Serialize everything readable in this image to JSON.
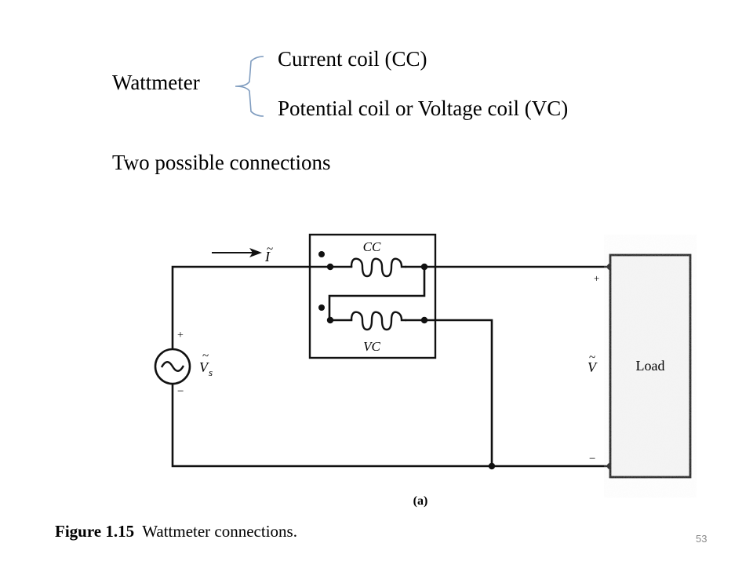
{
  "slide": {
    "heading": "Wattmeter",
    "coils": [
      "Current coil (CC)",
      "Potential coil or Voltage coil (VC)"
    ],
    "subheading": "Two possible connections",
    "page_number": "53",
    "brace_color": "#7f9cbf"
  },
  "figure": {
    "coil_labels": {
      "cc": "CC",
      "vc": "VC"
    },
    "current_label": "I",
    "source_label": "V",
    "source_subscript": "s",
    "voltage_label": "V",
    "load_label": "Load",
    "plus": "+",
    "minus": "−",
    "tilde": "~",
    "subfigure": "(a)",
    "caption_number": "Figure 1.15",
    "caption_text": "Wattmeter connections."
  }
}
